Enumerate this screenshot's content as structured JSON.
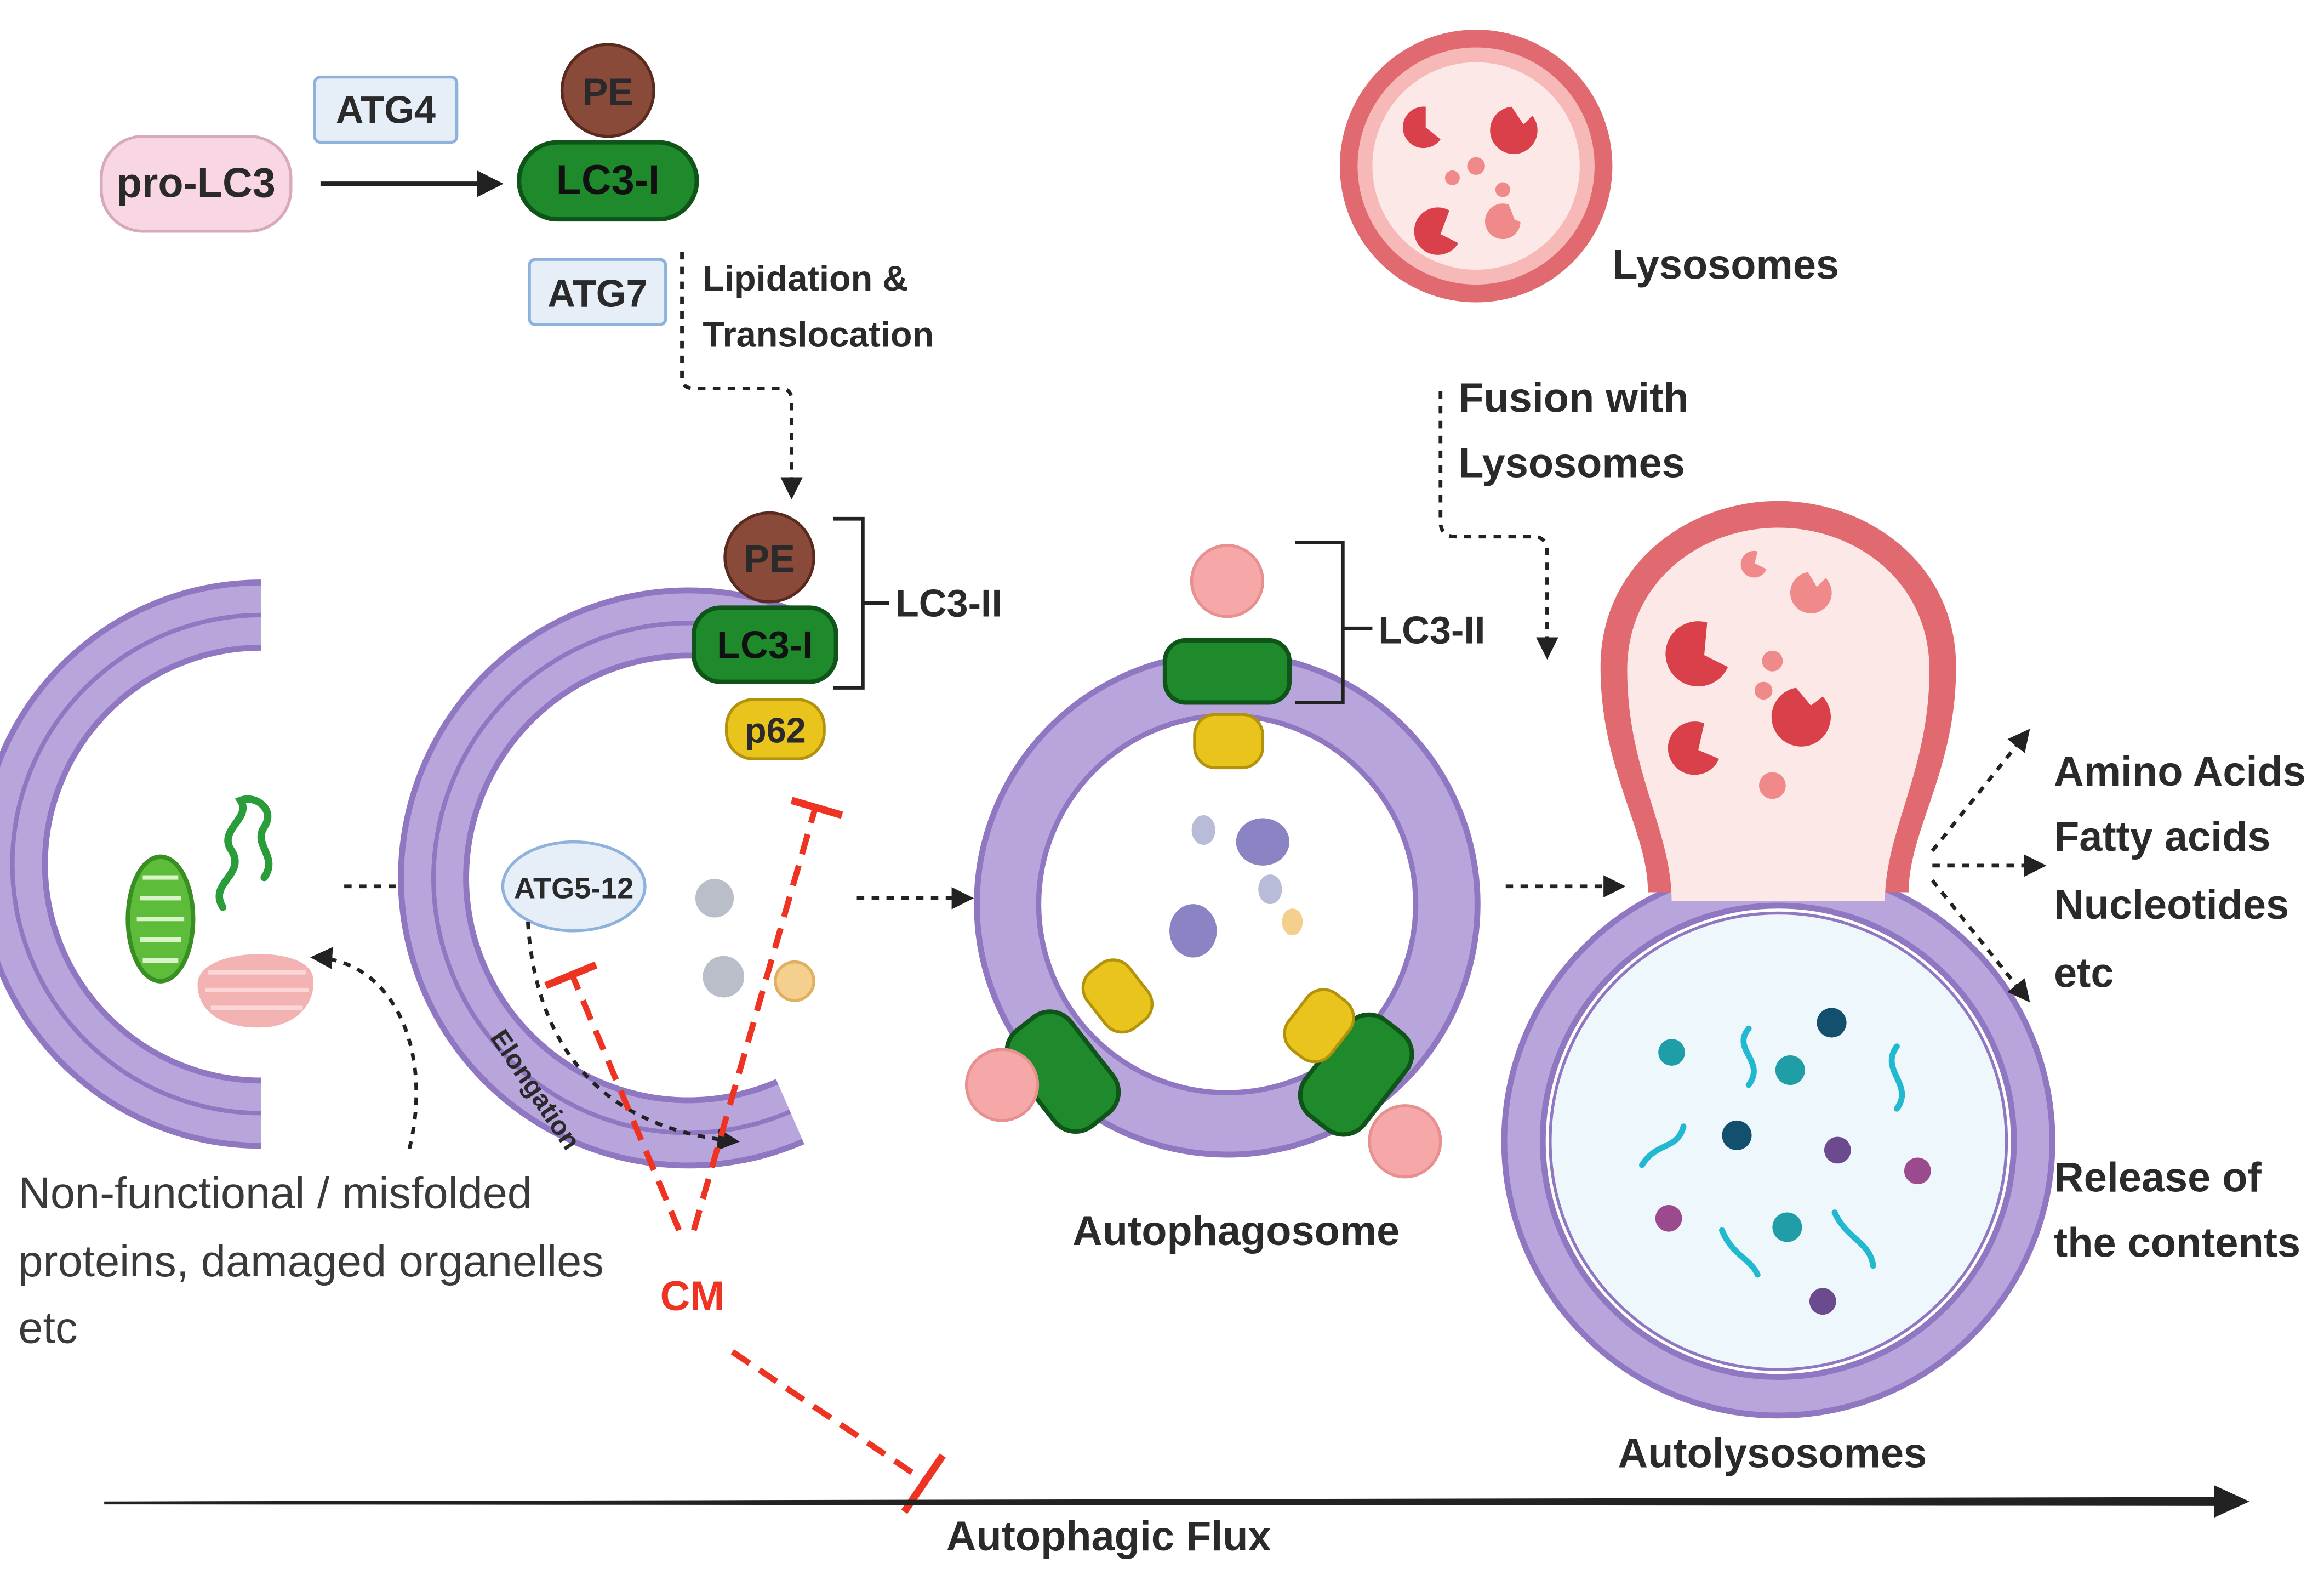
{
  "labels": {
    "atg4": "ATG4",
    "pro_lc3": "pro-LC3",
    "pe_top": "PE",
    "lc3_i_top": "LC3-I",
    "atg7": "ATG7",
    "lipidation_line1": "Lipidation &",
    "lipidation_line2": "Translocation",
    "pe_mid": "PE",
    "lc3_i_mid": "LC3-I",
    "p62": "p62",
    "lc3_ii_left": "LC3-II",
    "lc3_ii_right": "LC3-II",
    "atg5_12": "ATG5-12",
    "elongation": "Elongation",
    "substrates_line1": "Non-functional / misfolded",
    "substrates_line2": "proteins, damaged organelles",
    "substrates_line3": "etc",
    "cm": "CM",
    "autophagosome": "Autophagosome",
    "lysosomes": "Lysosomes",
    "fusion_line1": "Fusion with",
    "fusion_line2": "Lysosomes",
    "autolysosomes": "Autolysosomes",
    "products_line1": "Amino Acids",
    "products_line2": "Fatty acids",
    "products_line3": "Nucleotides",
    "products_line4": "etc",
    "release_line1": "Release of",
    "release_line2": "the contents",
    "flux": "Autophagic Flux"
  },
  "colors": {
    "membrane": "#b8a5dc",
    "membrane_edge": "#8f77c1",
    "lc3_green": "#1e8a2c",
    "lc3_green_edge": "#0f5418",
    "pe_brown": "#8a4a3a",
    "p62_yellow": "#e9c41c",
    "lysosome_red": "#e06a70",
    "lysosome_fill": "#fde8e8",
    "inhibition_red": "#ee3322",
    "pro_lc3_pink": "#f8d6e3",
    "atg_box_blue": "#e6eef8",
    "teal": "#1f9ea8"
  },
  "icons": {
    "mitochondrion": "mitochondrion-icon",
    "protein_squiggle": "misfolded-protein-icon",
    "er_fragment": "damaged-organelle-icon",
    "lysosome": "lysosome-icon",
    "inhibition": "inhibition-bar-icon"
  }
}
